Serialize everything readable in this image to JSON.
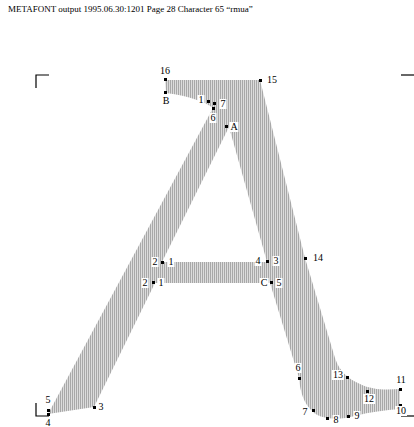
{
  "diagram": {
    "title": "METAFONT output 1995.06.30:1201 Page 28 Character 65 “rmua”",
    "labels": [
      "16",
      "B",
      "1",
      "7",
      "6",
      "A",
      "15",
      "2",
      "1",
      "4",
      "3",
      "14",
      "2",
      "1",
      "C",
      "5",
      "6",
      "13",
      "11",
      "12",
      "10",
      "5",
      "4",
      "3",
      "7",
      "8",
      "9"
    ]
  }
}
